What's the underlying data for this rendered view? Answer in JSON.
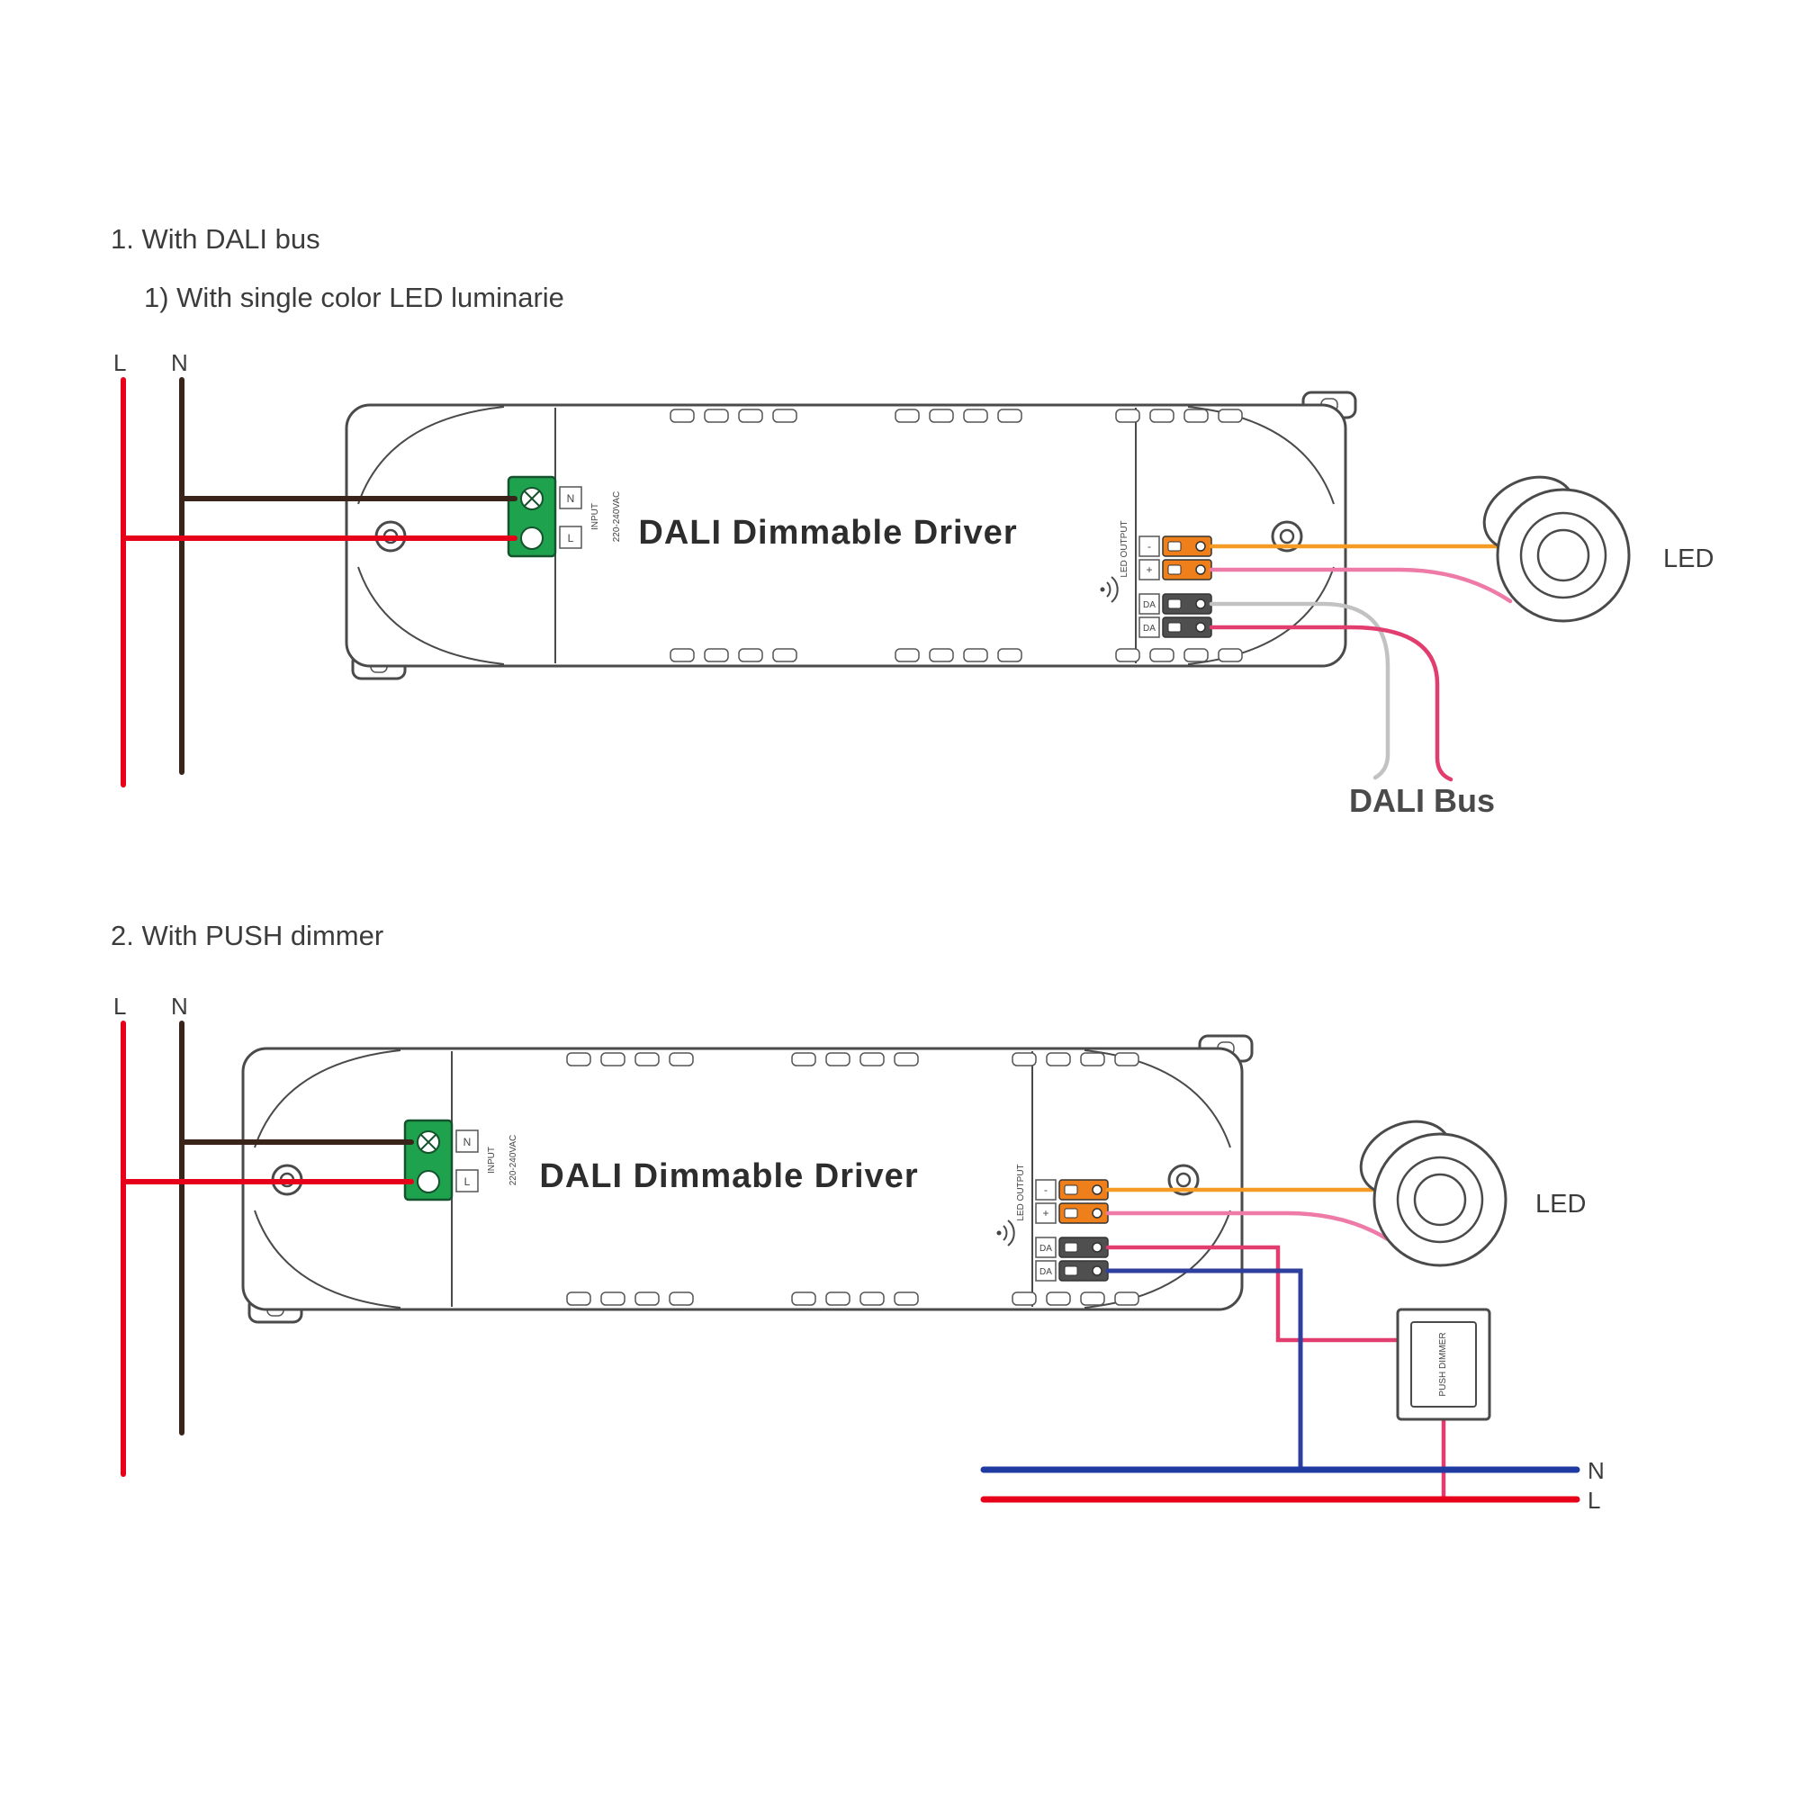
{
  "colors": {
    "live_red": "#e60019",
    "neutral_dark": "#3a241a",
    "led_plus_orange": "#f59a23",
    "led_minus_pink": "#ee7aa8",
    "dali_gray": "#c2c2c2",
    "dali_crimson": "#e23d6f",
    "push_blue": "#2f3f9e",
    "bus_n_blue": "#1f3aa0",
    "bus_l_red": "#e60019",
    "input_terminal_green": "#1fa24e",
    "output_terminal_orange": "#ef7f1a",
    "output_terminal_dark": "#4f4f4f",
    "outline_gray": "#4a4a4a"
  },
  "section1": {
    "heading": "1. With DALI bus",
    "subheading": "1) With single color LED luminarie",
    "mains": {
      "l": "L",
      "n": "N"
    },
    "driver": {
      "title": "DALI Dimmable Driver",
      "input": {
        "n": "N",
        "l": "L",
        "label_line1": "INPUT",
        "label_line2": "220-240VAC"
      },
      "output": {
        "label": "LED OUTPUT",
        "minus": "-",
        "plus": "+",
        "da1": "DA",
        "da2": "DA"
      }
    },
    "led_label": "LED",
    "dali_bus_label": "DALI Bus"
  },
  "section2": {
    "heading": "2. With PUSH dimmer",
    "mains": {
      "l": "L",
      "n": "N"
    },
    "driver": {
      "title": "DALI Dimmable Driver",
      "input": {
        "n": "N",
        "l": "L",
        "label_line1": "INPUT",
        "label_line2": "220-240VAC"
      },
      "output": {
        "label": "LED OUTPUT",
        "minus": "-",
        "plus": "+",
        "da1": "DA",
        "da2": "DA"
      }
    },
    "led_label": "LED",
    "push_dimmer_label": "PUSH DIMMER",
    "bus": {
      "n": "N",
      "l": "L"
    }
  }
}
